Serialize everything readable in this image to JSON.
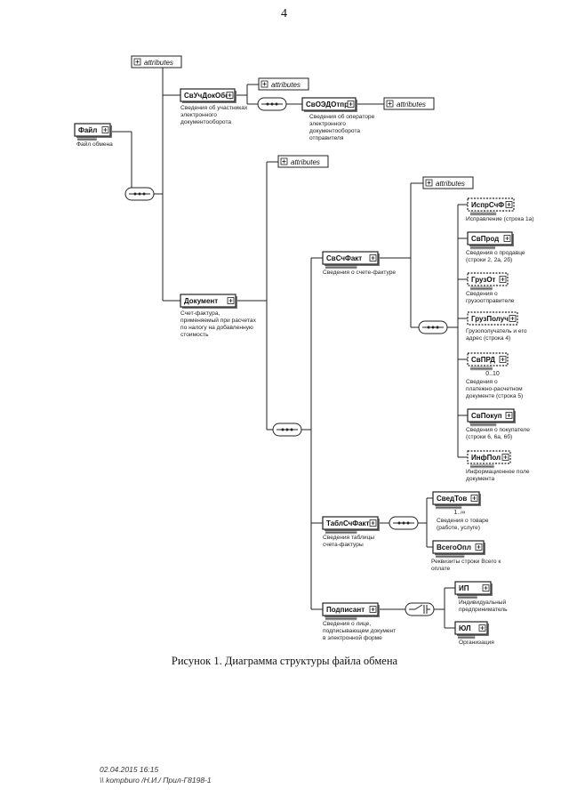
{
  "page_number": "4",
  "attributes_label": "attributes",
  "caption": "Рисунок 1. Диаграмма структуры файла обмена",
  "footer": {
    "line1": "02.04.2015 16:15",
    "line2": "\\\\ kompburo /Н.И./ Прил-Г8198-1"
  },
  "elements": {
    "fail": {
      "name": "Файл",
      "desc": [
        "Файл обмена"
      ]
    },
    "svuchdok": {
      "name": "СвУчДокОбор",
      "desc": [
        "Сведения об участниках",
        "электронного",
        "документооборота"
      ]
    },
    "svoedotpr": {
      "name": "СвОЭДОтпр",
      "desc": [
        "Сведения об операторе",
        "электронного",
        "документооборота",
        "отправителя"
      ]
    },
    "dokument": {
      "name": "Документ",
      "desc": [
        "Счет-фактура,",
        "применяемый при расчетах",
        "по налогу на добавленную",
        "стоимость"
      ]
    },
    "svschfakt": {
      "name": "СвСчФакт",
      "desc": [
        "Сведения о счете-фактуре"
      ]
    },
    "isprsf": {
      "name": "ИспрСчФ",
      "desc": [
        "Исправление (строка 1а)"
      ]
    },
    "svprod": {
      "name": "СвПрод",
      "desc": [
        "Сведения о продавце",
        "(строки 2, 2а, 2б)"
      ]
    },
    "gruzot": {
      "name": "ГрузОт",
      "desc": [
        "Сведения о",
        "грузоотправителе"
      ]
    },
    "gruzpoluch": {
      "name": "ГрузПолуч",
      "desc": [
        "Грузополучатель и его",
        "адрес (строка 4)"
      ]
    },
    "svprd": {
      "name": "СвПРД",
      "card": "0..10",
      "desc": [
        "Сведения о",
        "платежно-расчетном",
        "документе (строка 5)"
      ]
    },
    "svpokup": {
      "name": "СвПокуп",
      "desc": [
        "Сведения о покупателе",
        "(строки 6, 6а, 6б)"
      ]
    },
    "infpol": {
      "name": "ИнфПол",
      "desc": [
        "Информационное поле",
        "документа"
      ]
    },
    "tablschfakt": {
      "name": "ТаблСчФакт",
      "desc": [
        "Сведения таблицы",
        "счета-фактуры"
      ]
    },
    "svedtov": {
      "name": "СведТов",
      "card": "1..∞",
      "desc": [
        "Сведения о товаре",
        "(работе, услуге)"
      ]
    },
    "vsegoopl": {
      "name": "ВсегоОпл",
      "desc": [
        "Реквизиты строки Всего к",
        "оплате"
      ]
    },
    "podpisant": {
      "name": "Подписант",
      "desc": [
        "Сведения о лице,",
        "подписывающем документ",
        "в электронной форме"
      ]
    },
    "ip": {
      "name": "ИП",
      "desc": [
        "Индивидуальный",
        "предприниматель"
      ]
    },
    "yul": {
      "name": "ЮЛ",
      "desc": [
        "Организация"
      ]
    }
  }
}
